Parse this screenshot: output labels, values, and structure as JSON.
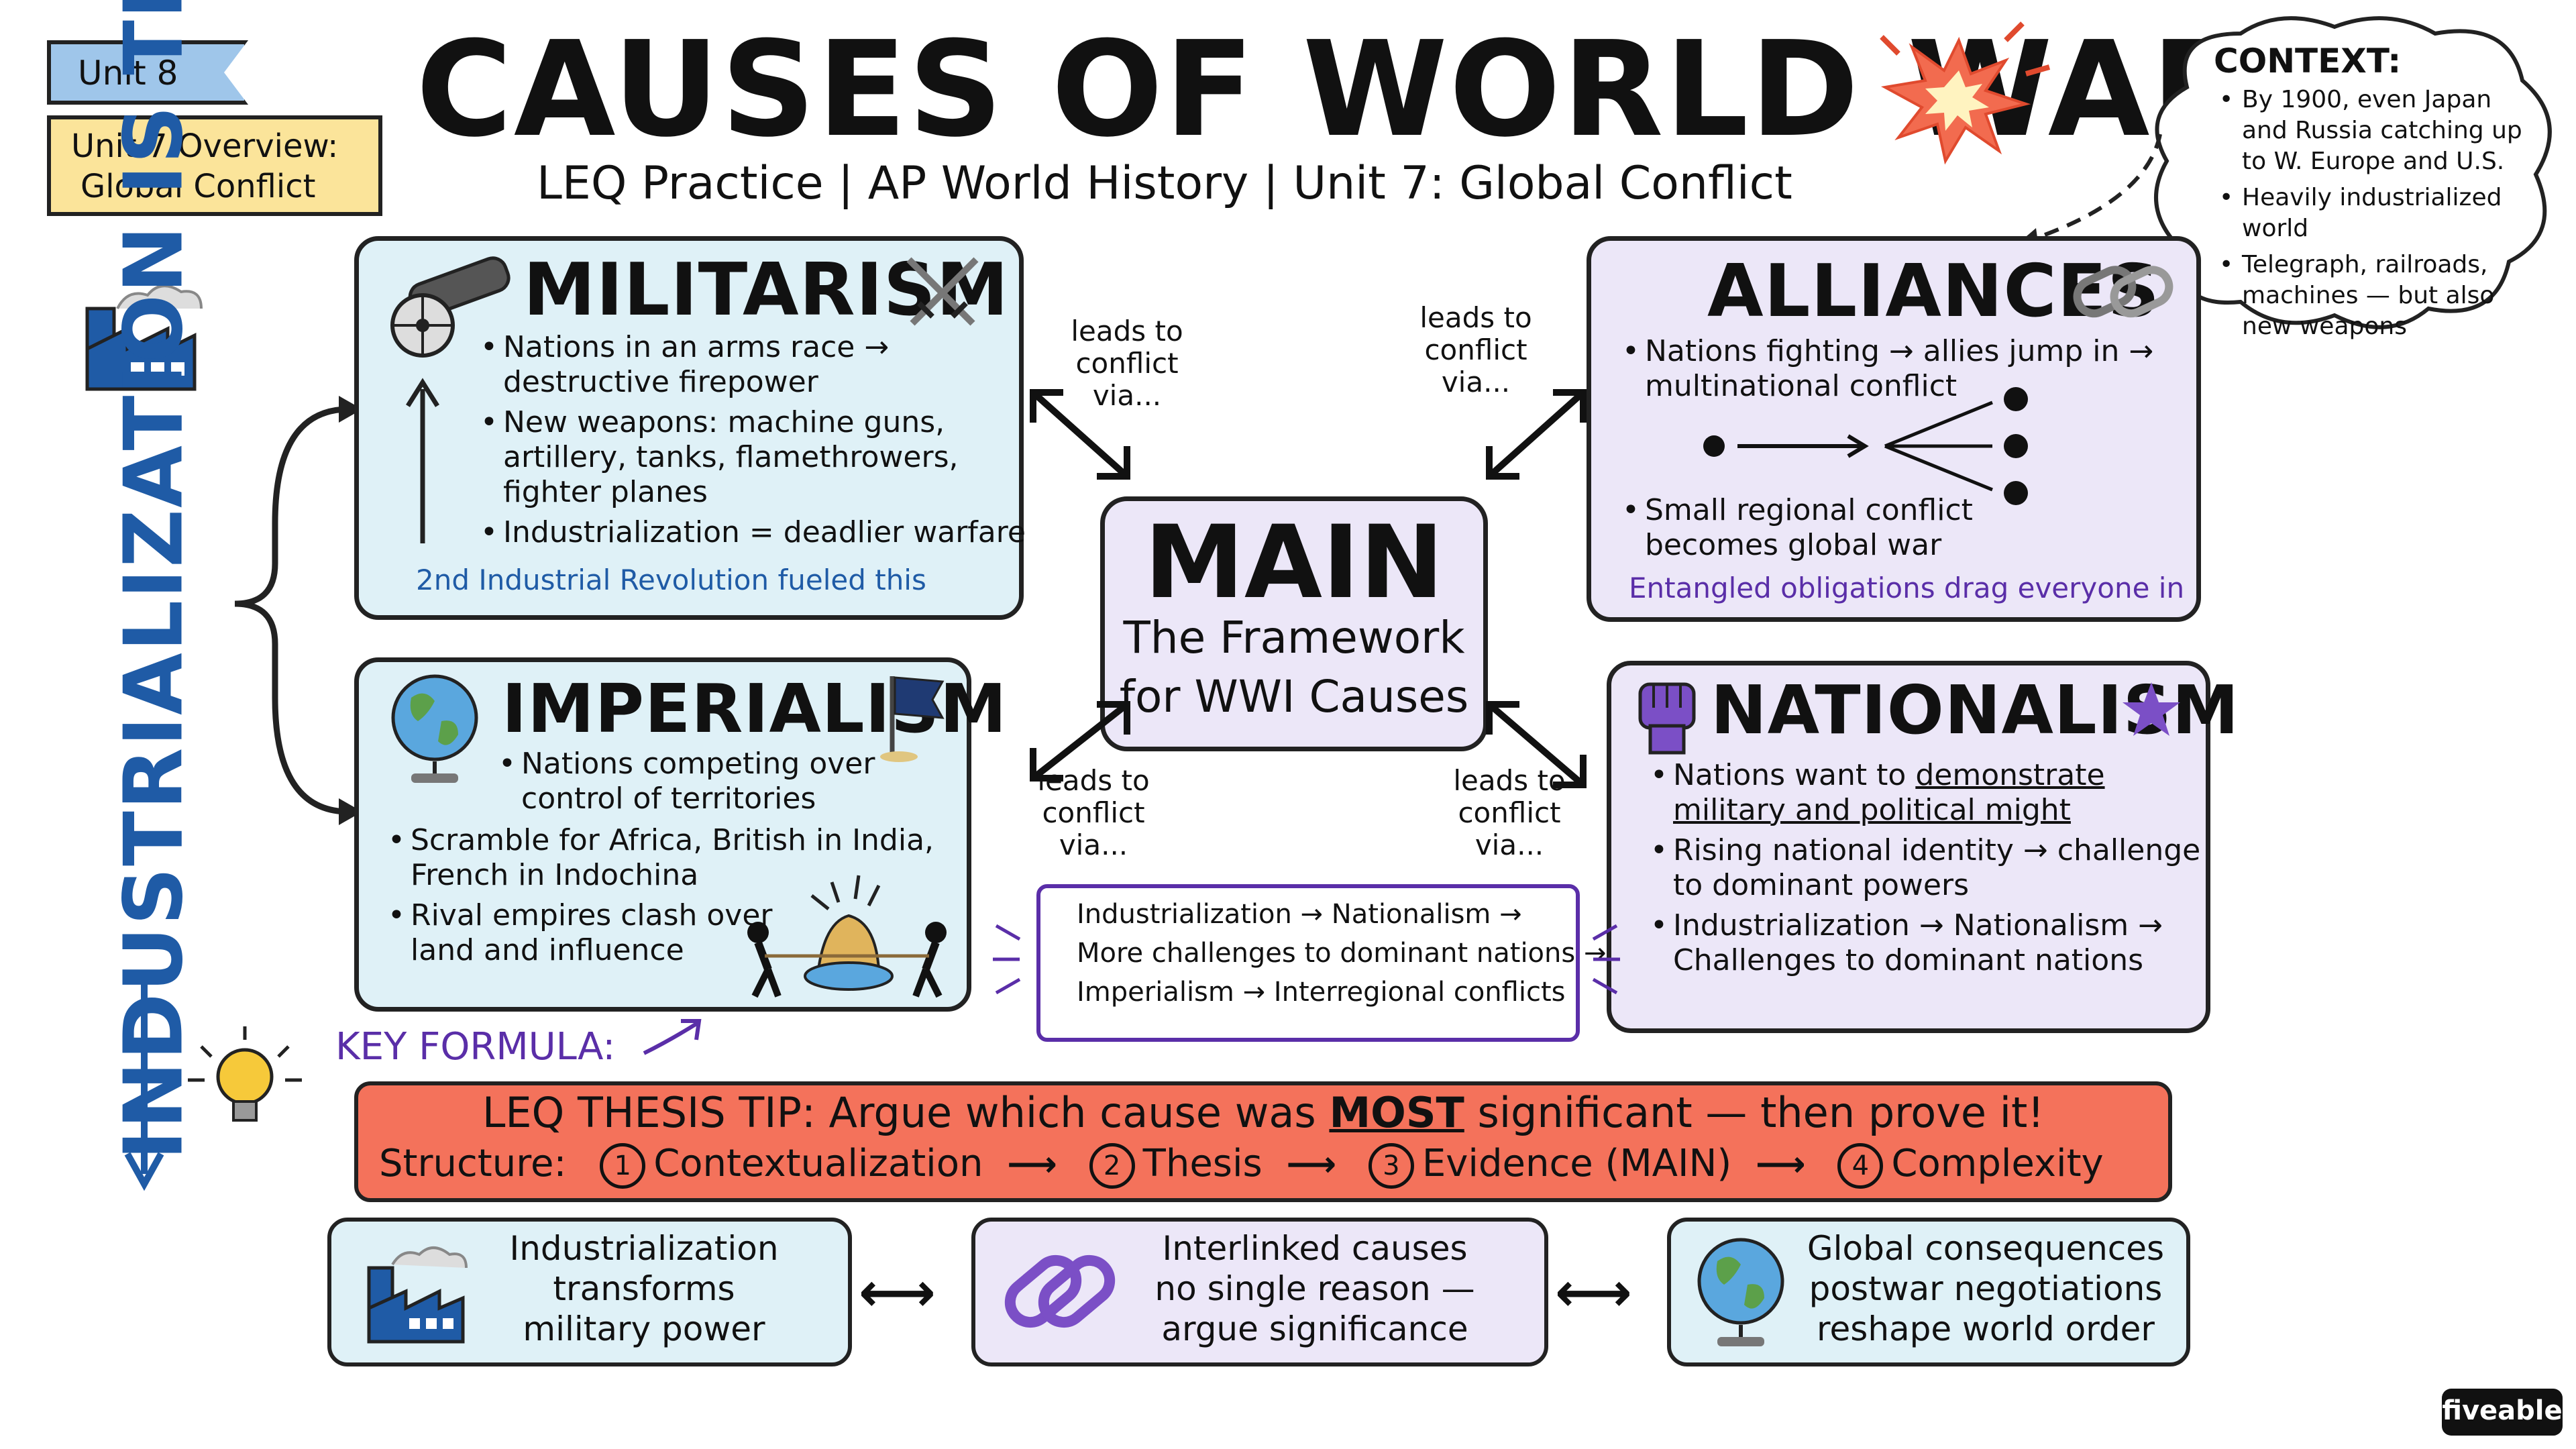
{
  "header": {
    "unit_tag": "Unit 8",
    "overview_line1": "Unit 7 Overview:",
    "overview_line2": "Global Conflict",
    "title": "CAUSES OF WORLD WAR I",
    "subtitle": "LEQ Practice | AP World History | Unit 7: Global Conflict"
  },
  "context": {
    "heading": "CONTEXT:",
    "items": [
      "By 1900, even Japan and Russia catching up to W. Europe and U.S.",
      "Heavily industrialized world",
      "Telegraph, railroads, machines — but also new weapons"
    ]
  },
  "side_label": "INDUSTRIALIZATION IS THE ROOT",
  "militarism": {
    "title": "MILITARISM",
    "bullets": [
      "Nations in an arms race → destructive firepower",
      "New weapons: machine guns, artillery, tanks, flamethrowers, fighter planes",
      "Industrialization = deadlier warfare"
    ],
    "note": "2nd Industrial Revolution fueled this"
  },
  "alliances": {
    "title": "ALLIANCES",
    "bullets": [
      "Nations fighting → allies jump in → multinational conflict",
      "Small regional conflict becomes global war"
    ],
    "note": "Entangled obligations drag everyone in"
  },
  "imperialism": {
    "title": "IMPERIALISM",
    "bullets": [
      "Nations competing over control of territories",
      "Scramble for Africa, British in India, French in Indochina",
      "Rival empires clash over land and influence"
    ]
  },
  "nationalism": {
    "title": "NATIONALISM",
    "bullet1_prefix": "Nations want to",
    "bullet1_emph": "demonstrate military and political might",
    "bullets": [
      "Rising national identity → challenge to dominant powers",
      "Industrialization → Nationalism → Challenges to dominant nations"
    ]
  },
  "main": {
    "title": "MAIN",
    "sub1": "The Framework",
    "sub2": "for WWI Causes"
  },
  "via_label": "leads to conflict via...",
  "formula": {
    "label": "KEY FORMULA:",
    "lines": [
      "Industrialization → Nationalism →",
      "More challenges to dominant nations →",
      "Imperialism → Interregional conflicts"
    ]
  },
  "thesis": {
    "line1_prefix": "LEQ THESIS TIP: Argue which cause was",
    "line1_emph": "MOST",
    "line1_suffix": "significant — then prove it!",
    "structure_label": "Structure:",
    "steps": [
      {
        "num": "1",
        "label": "Contextualization"
      },
      {
        "num": "2",
        "label": "Thesis"
      },
      {
        "num": "3",
        "label": "Evidence (MAIN)"
      },
      {
        "num": "4",
        "label": "Complexity"
      }
    ]
  },
  "bottom": [
    {
      "line1": "Industrialization",
      "line2": "transforms",
      "line3": "military power"
    },
    {
      "line1": "Interlinked causes",
      "line2": "no single reason —",
      "line3": "argue significance"
    },
    {
      "line1": "Global consequences",
      "line2": "postwar negotiations",
      "line3": "reshape world order"
    }
  ],
  "brand": "fiveable",
  "colors": {
    "blue_box": "#dff1f7",
    "purple_box": "#ece7f8",
    "thesis_bar": "#f4725b",
    "tag_blue": "#9fc6ea",
    "tag_yellow": "#fbe49a",
    "side_text": "#1f5ba6",
    "accent_purple": "#5a2ea8"
  }
}
